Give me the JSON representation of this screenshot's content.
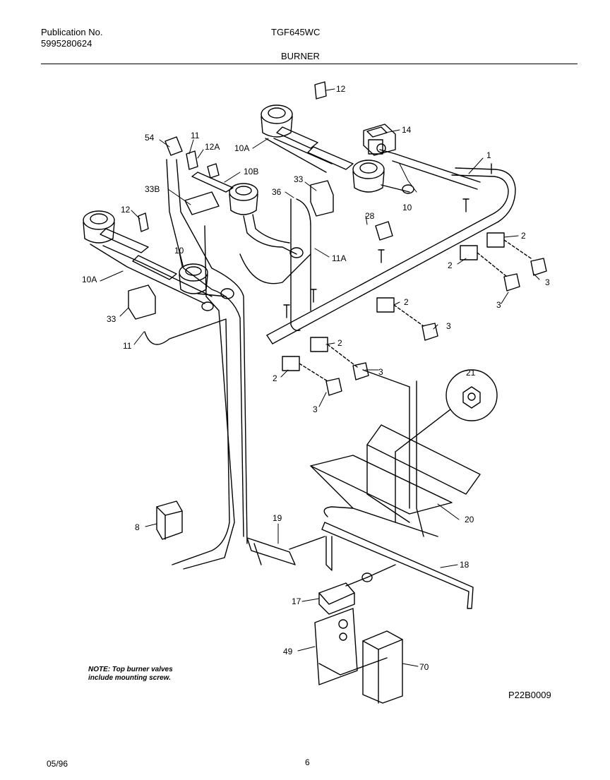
{
  "header": {
    "publication_label": "Publication No.",
    "publication_number": "5995280624",
    "model": "TGF645WC",
    "section_title": "BURNER"
  },
  "diagram": {
    "part_labels": {
      "p1": "1",
      "p2": "2",
      "p3": "3",
      "p8": "8",
      "p10": "10",
      "p10A": "10A",
      "p10B": "10B",
      "p11": "11",
      "p11A": "11A",
      "p12": "12",
      "p12A": "12A",
      "p14": "14",
      "p17": "17",
      "p18": "18",
      "p19": "19",
      "p20": "20",
      "p21": "21",
      "p28": "28",
      "p33": "33",
      "p33B": "33B",
      "p36": "36",
      "p49": "49",
      "p54": "54",
      "p70": "70"
    },
    "note": {
      "line1": "NOTE: Top burner valves",
      "line2": "include mounting screw."
    },
    "drawing_code": "P22B0009"
  },
  "footer": {
    "date": "05/96",
    "page": "6"
  }
}
